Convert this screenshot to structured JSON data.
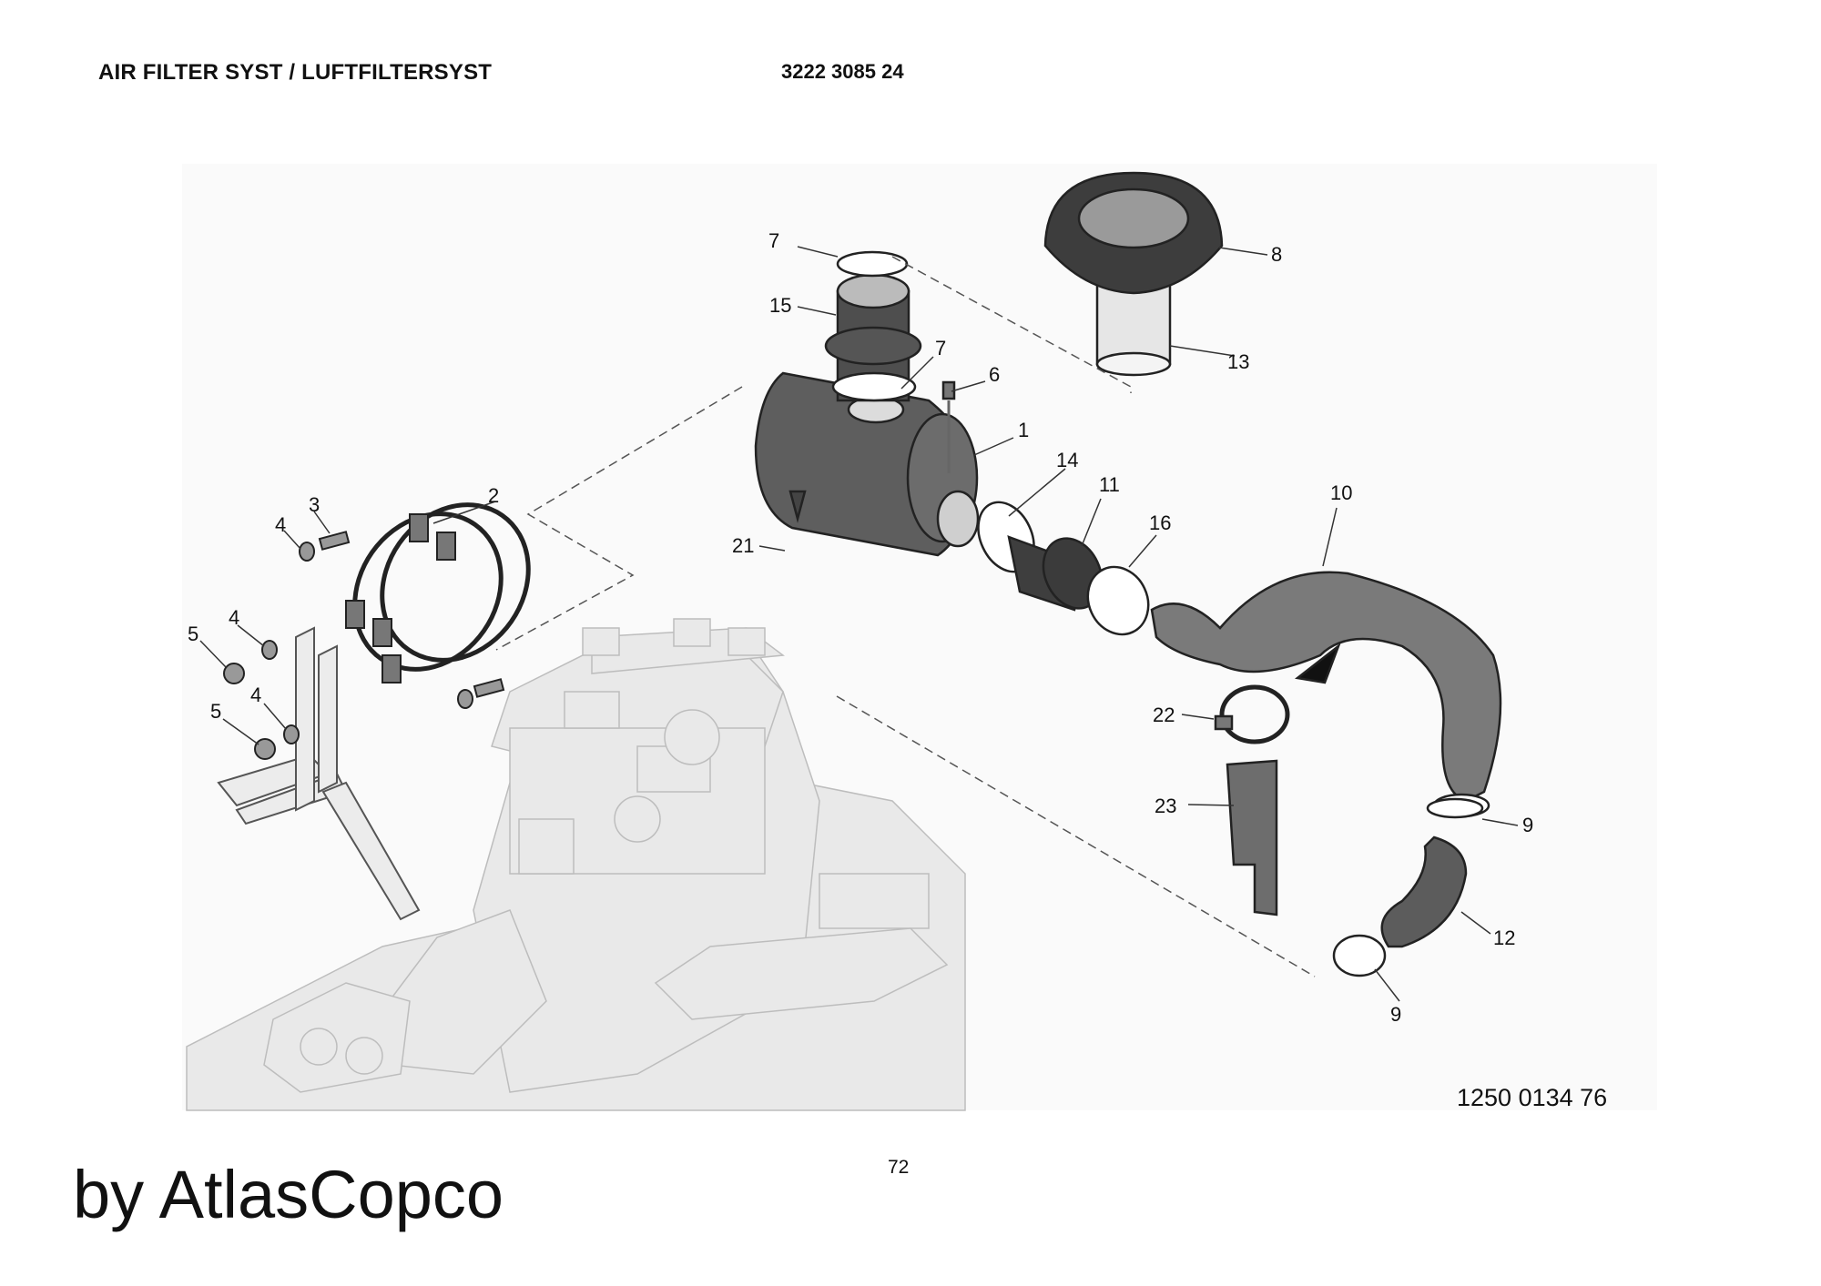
{
  "header": {
    "title": "AIR FILTER SYST / LUFTFILTERSYST",
    "part_number": "3222 3085 24"
  },
  "diagram": {
    "drawing_number": "1250 0134 76",
    "callouts": [
      "1",
      "2",
      "3",
      "4",
      "4",
      "4",
      "5",
      "5",
      "6",
      "7",
      "7",
      "8",
      "9",
      "9",
      "10",
      "11",
      "12",
      "13",
      "14",
      "15",
      "16",
      "21",
      "22",
      "23"
    ]
  },
  "footer": {
    "page_number": "72",
    "brand": "by AtlasCopco"
  }
}
